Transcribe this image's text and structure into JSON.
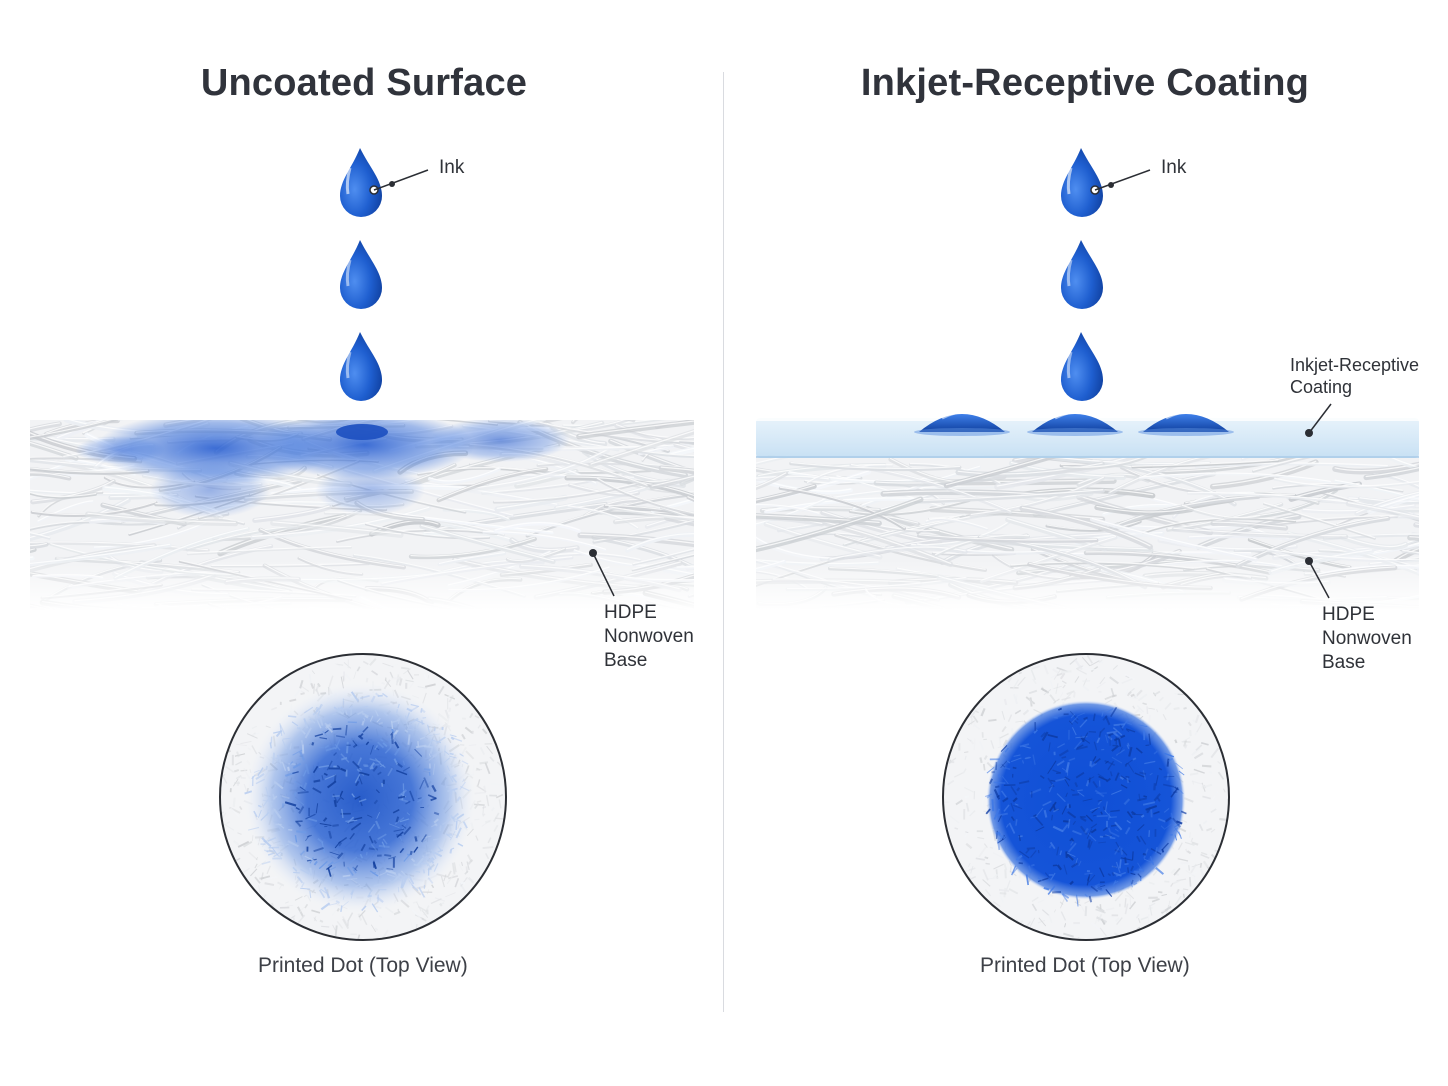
{
  "left_panel": {
    "title": "Uncoated Surface",
    "ink_label": "Ink",
    "base_label_lines": [
      "HDPE",
      "Nonwoven",
      "Base"
    ],
    "caption": "Printed Dot (Top View)"
  },
  "right_panel": {
    "title": "Inkjet-Receptive Coating",
    "ink_label": "Ink",
    "coating_label_lines": [
      "Inkjet-Receptive",
      "Coating"
    ],
    "base_label_lines": [
      "HDPE",
      "Nonwoven",
      "Base"
    ],
    "caption": "Printed Dot (Top View)"
  },
  "colors": {
    "ink": "#1f5fd0",
    "ink_dark": "#0f3f9e",
    "coating": "#d6e9f8",
    "fiber": "#e6e8eb",
    "divider": "#d9dbe0",
    "title": "#30333b"
  },
  "icons": [
    "ink-drop-icon",
    "leader-line",
    "fiber-mesh",
    "magnified-dot"
  ]
}
